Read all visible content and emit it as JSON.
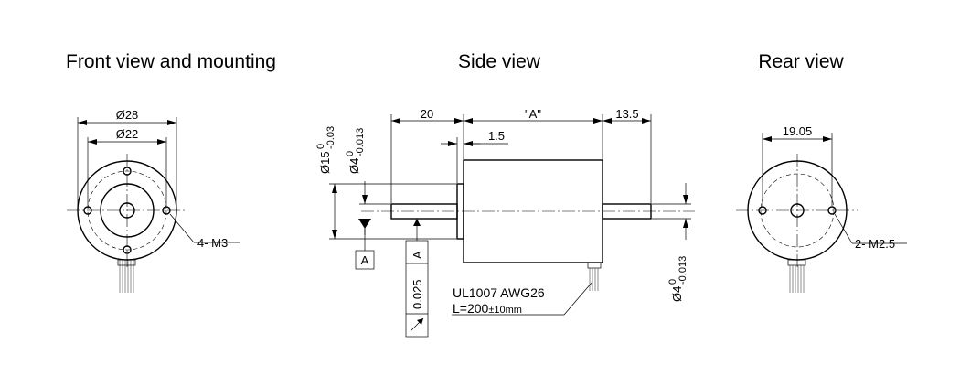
{
  "views": {
    "front_title": "Front view and mounting",
    "side_title": "Side view",
    "rear_title": "Rear view"
  },
  "front": {
    "outer_dia": "Ø28",
    "hole_circle_dia": "Ø22",
    "mount_holes": "4- M3"
  },
  "side": {
    "flange_dia_main": "Ø15",
    "flange_dia_upper": "0",
    "flange_dia_lower": "-0.03",
    "shaft_dia_main": "Ø4",
    "shaft_dia_upper": "0",
    "shaft_dia_lower": "-0.013",
    "shaft_length": "20",
    "body_length": "\"A\"",
    "rear_shaft_length": "13.5",
    "flange_thickness": "1.5",
    "datum": "A",
    "runout_value": "0.025",
    "runout_datum": "A",
    "rear_shaft_dia_main": "Ø4",
    "rear_shaft_dia_upper": "0",
    "rear_shaft_dia_lower": "-0.013",
    "wire_spec": "UL1007 AWG26",
    "lead_length_main": "L=200",
    "lead_length_tol": "±10mm"
  },
  "rear": {
    "hole_spacing": "19.05",
    "mount_holes": "2- M2.5"
  }
}
